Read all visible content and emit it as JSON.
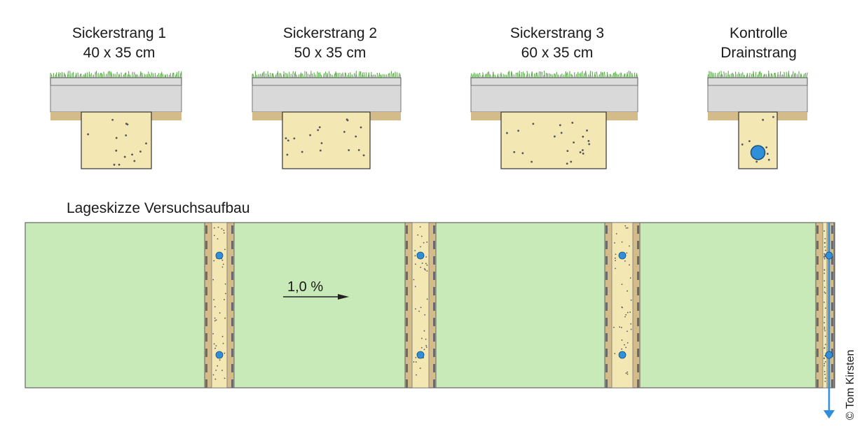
{
  "sections": [
    {
      "title": "Sickerstrang 1",
      "subtitle": "40 x 35 cm"
    },
    {
      "title": "Sickerstrang 2",
      "subtitle": "50 x 35 cm"
    },
    {
      "title": "Sickerstrang 3",
      "subtitle": "60 x 35 cm"
    },
    {
      "title": "Kontrolle",
      "subtitle": "Drainstrang"
    }
  ],
  "plan": {
    "title": "Lageskizze Versuchsaufbau",
    "slope_label": "1,0 %"
  },
  "copyright": "© Tom Kirsten",
  "colors": {
    "grass": "#5aa84a",
    "pavement": "#d9d9d9",
    "subbase": "#d3bc8a",
    "sand": "#f3e7b4",
    "field": "#c8eab8",
    "pipe": "#2f8fd8"
  }
}
